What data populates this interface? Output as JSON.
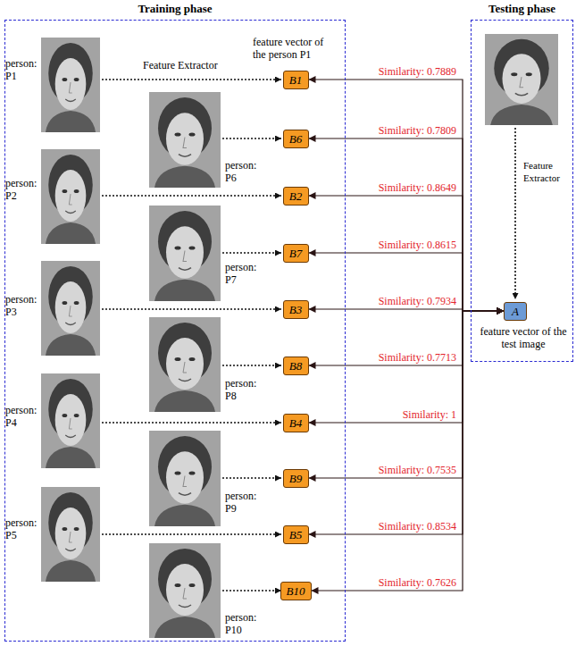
{
  "diagram": {
    "nodes": [
      {
        "text": [
          "Training phase"
        ]
      },
      {
        "text": [
          "B1"
        ],
        "in": 0
      },
      {
        "text": [
          "B6"
        ],
        "in": 0
      },
      {
        "text": [
          "B2"
        ],
        "in": 0
      },
      {
        "text": [
          "B7"
        ],
        "in": 0
      },
      {
        "text": [
          "B3"
        ],
        "in": 0
      },
      {
        "text": [
          "B8"
        ],
        "in": 0
      },
      {
        "text": [
          "B4"
        ],
        "in": 0
      },
      {
        "text": [
          "B9"
        ],
        "in": 0
      },
      {
        "text": [
          "B5"
        ],
        "in": 0
      },
      {
        "text": [
          "B10"
        ],
        "in": 0
      },
      {
        "text": [
          "Testing phase"
        ]
      },
      {
        "text": [
          "A"
        ],
        "in": 11
      }
    ],
    "edges": [
      {
        "from": 12,
        "to": 1,
        "label": "Similarity: 0.7889",
        "arrow": "both"
      },
      {
        "from": 12,
        "to": 2,
        "label": "Similarity: 0.7809",
        "arrow": "both"
      },
      {
        "from": 12,
        "to": 3,
        "label": "Similarity: 0.8649",
        "arrow": "both"
      },
      {
        "from": 12,
        "to": 4,
        "label": "Similarity: 0.8615",
        "arrow": "both"
      },
      {
        "from": 12,
        "to": 5,
        "label": "Similarity: 0.7934",
        "arrow": "both"
      },
      {
        "from": 12,
        "to": 6,
        "label": "Similarity: 0.7713",
        "arrow": "both"
      },
      {
        "from": 12,
        "to": 7,
        "label": "Similarity: 1",
        "arrow": "both"
      },
      {
        "from": 12,
        "to": 8,
        "label": "Similarity: 0.7535",
        "arrow": "both"
      },
      {
        "from": 12,
        "to": 9,
        "label": "Similarity: 0.8534",
        "arrow": "both"
      },
      {
        "from": 12,
        "to": 10,
        "label": "Similarity: 0.7626",
        "arrow": "both"
      }
    ],
    "labels": [
      "Feature Extractor",
      "feature vector of the person P1",
      "person: P1",
      "person: P6",
      "person: P2",
      "person: P7",
      "person: P3",
      "person: P8",
      "person: P4",
      "person: P9",
      "person: P5",
      "person: P10",
      "Feature Extractor",
      "feature vector of the test image"
    ]
  }
}
